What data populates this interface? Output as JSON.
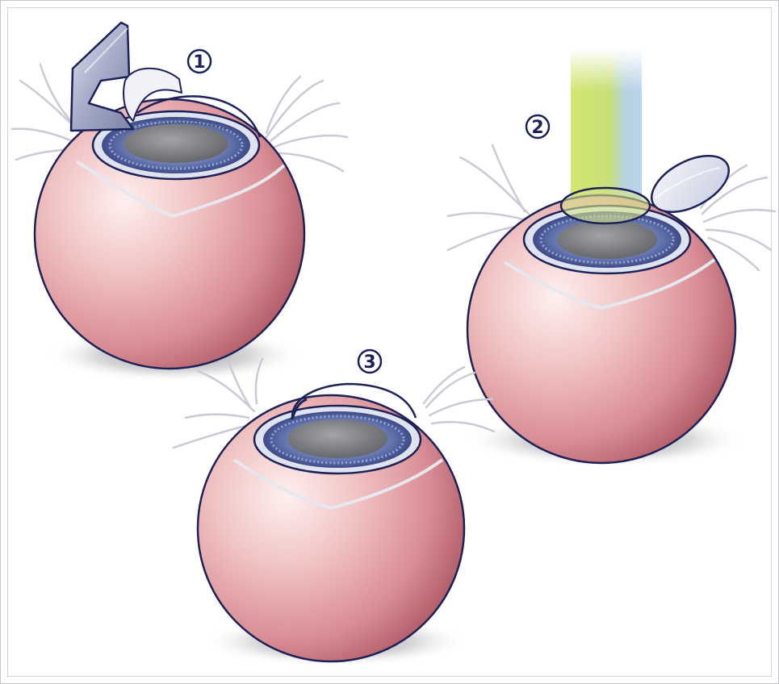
{
  "diagram": {
    "steps": [
      {
        "number": "1"
      },
      {
        "number": "2"
      },
      {
        "number": "3"
      }
    ]
  },
  "colors": {
    "outline": "#1c2258",
    "sclera_light": "#fbe4e2",
    "sclera_mid": "#e3a4a6",
    "sclera_dark": "#a9525e",
    "iris": "#5a6aa6",
    "pupil": "#77797e",
    "beam_yellow": "#cfe36a",
    "beam_blue": "#a9c8e8",
    "instrument": "#8c93b4"
  },
  "icons": {
    "step-1": "circled-digit-one",
    "step-2": "circled-digit-two",
    "step-3": "circled-digit-three"
  }
}
